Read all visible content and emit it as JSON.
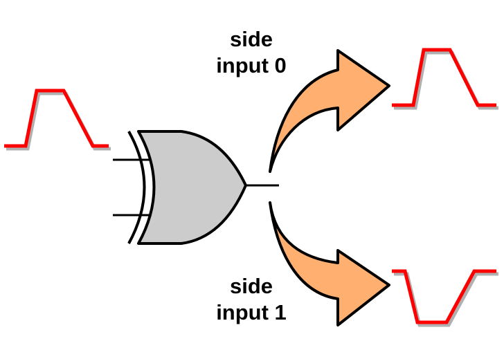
{
  "labels": {
    "side_input_0": {
      "line1": "side",
      "line2": "input 0"
    },
    "side_input_1": {
      "line1": "side",
      "line2": "input 1"
    }
  },
  "colors": {
    "waveform": "#ff0000",
    "waveform_shadow": "#b0b0b0",
    "gate_fill": "#cccccc",
    "arrow_fill": "#ffb070",
    "outline": "#000000"
  },
  "components": {
    "gate": "xor-gate",
    "input_waveform": "pulse",
    "output_top_waveform": "pulse",
    "output_bottom_waveform": "inverted-pulse"
  }
}
